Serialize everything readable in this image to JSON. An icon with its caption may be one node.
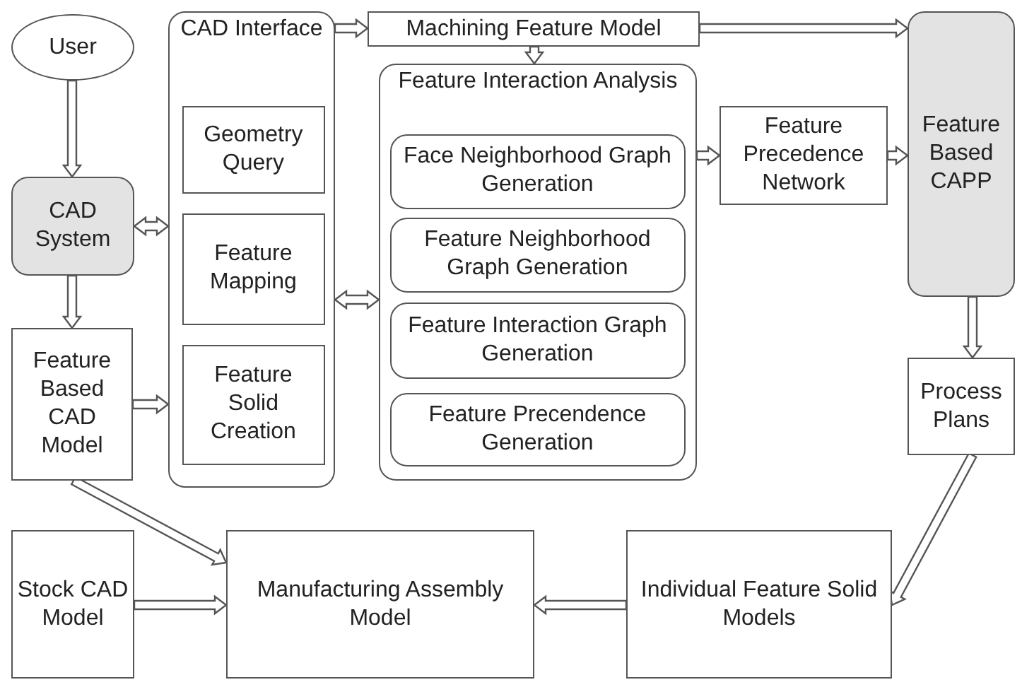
{
  "diagram": {
    "nodes": [
      {
        "text": [
          "User"
        ]
      },
      {
        "text": [
          "CAD System"
        ]
      },
      {
        "text": [
          "Feature Based CAD Model"
        ]
      },
      {
        "text": [
          "CAD Interface"
        ]
      },
      {
        "text": [
          "Geometry Query"
        ],
        "in": 3
      },
      {
        "text": [
          "Feature Mapping"
        ],
        "in": 3
      },
      {
        "text": [
          "Feature Solid Creation"
        ],
        "in": 3
      },
      {
        "text": [
          "Machining Feature Model"
        ]
      },
      {
        "text": [
          "Feature Interaction Analysis"
        ]
      },
      {
        "text": [
          "Face Neighborhood Graph Generation"
        ],
        "in": 8
      },
      {
        "text": [
          "Feature Neighborhood Graph Generation"
        ],
        "in": 8
      },
      {
        "text": [
          "Feature Interaction Graph Generation"
        ],
        "in": 8
      },
      {
        "text": [
          "Feature Precendence Generation"
        ],
        "in": 8
      },
      {
        "text": [
          "Feature Precedence Network"
        ]
      },
      {
        "text": [
          "Feature Based CAPP"
        ]
      },
      {
        "text": [
          "Process Plans"
        ]
      },
      {
        "text": [
          "Stock CAD Model"
        ]
      },
      {
        "text": [
          "Manufacturing Assembly Model"
        ]
      },
      {
        "text": [
          "Individual Feature Solid Models"
        ]
      }
    ],
    "edges": [
      {
        "from": 0,
        "to": 1,
        "arrow": "to"
      },
      {
        "from": 1,
        "to": 3,
        "arrow": "both"
      },
      {
        "from": 1,
        "to": 2,
        "arrow": "to"
      },
      {
        "from": 2,
        "to": 3,
        "arrow": "to"
      },
      {
        "from": 3,
        "to": 7,
        "arrow": "to"
      },
      {
        "from": 7,
        "to": 8,
        "arrow": "to"
      },
      {
        "from": 3,
        "to": 8,
        "arrow": "both"
      },
      {
        "from": 8,
        "to": 13,
        "arrow": "to"
      },
      {
        "from": 13,
        "to": 14,
        "arrow": "to"
      },
      {
        "from": 7,
        "to": 14,
        "arrow": "to"
      },
      {
        "from": 14,
        "to": 15,
        "arrow": "to"
      },
      {
        "from": 15,
        "to": 18,
        "arrow": "to"
      },
      {
        "from": 2,
        "to": 17,
        "arrow": "to"
      },
      {
        "from": 16,
        "to": 17,
        "arrow": "to"
      },
      {
        "from": 18,
        "to": 17,
        "arrow": "to"
      }
    ]
  }
}
